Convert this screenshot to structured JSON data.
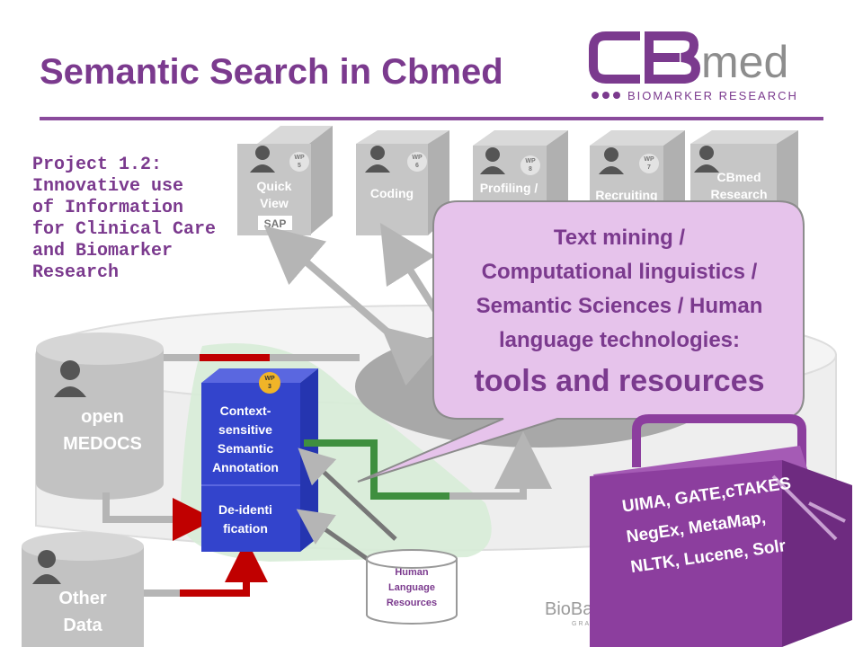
{
  "title": "Semantic Search in Cbmed",
  "logo": {
    "mark": "CBmed",
    "tagline": "BIOMARKER RESEARCH"
  },
  "project_text": "Project 1.2:\nInnovative use\nof Information\nfor Clinical Care\nand Biomarker\nResearch",
  "modules": [
    {
      "wp": "WP\n5",
      "label": "Quick\nView",
      "sub": "SAP"
    },
    {
      "wp": "WP\n6",
      "label": "Coding"
    },
    {
      "wp": "WP\n8",
      "label": "Profiling /"
    },
    {
      "wp": "WP\n7",
      "label": "Recruiting"
    },
    {
      "wp": "",
      "label": "CBmed\nResearch"
    }
  ],
  "sources": {
    "open_medocs": "open\nMEDOCS",
    "other_data": "Other\nData"
  },
  "annotation_box": {
    "wp_badge": "WP\n3",
    "top_label": "Context-\nsensitive\nSemantic\nAnnotation",
    "bottom_label": "De-identi\nfication"
  },
  "resources": "Human\nLanguage\nResources",
  "callout": {
    "line1": "Text mining /\nComputational linguistics /\nSemantic Sciences / Human\nlanguage technologies:",
    "line2": "tools and resources"
  },
  "toolbox_lines": [
    "UIMA, GATE,cTAKES",
    "NegEx, MetaMap,",
    "NLTK, Lucene, Solr"
  ],
  "biobank": {
    "name": "BioBank",
    "sub": "GRAZ"
  },
  "colors": {
    "purple": "#7b3a8e",
    "callout_fill": "#e6c3eb",
    "annotation_blue": "#3344cc",
    "toolbox": "#8c3e9e",
    "arrow_red": "#c00000",
    "arrow_green": "#3f8f3f",
    "grey_box": "#c6c6c6"
  }
}
